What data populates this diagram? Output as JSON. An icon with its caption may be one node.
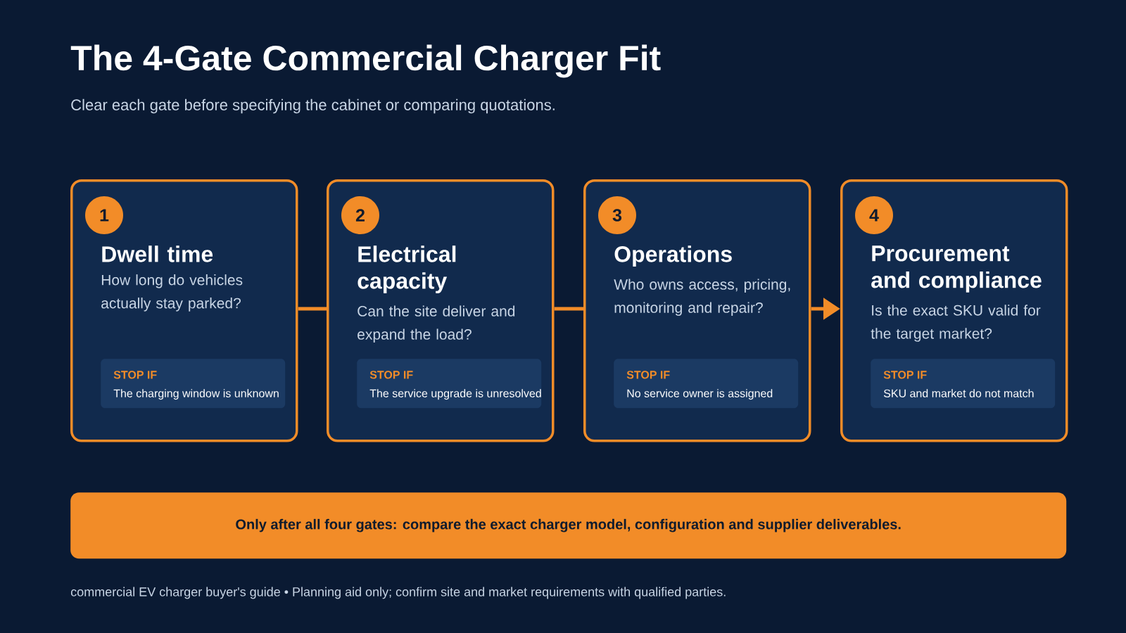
{
  "diagram": {
    "title": "The 4-Gate Commercial Charger Fit",
    "caption": "Clear each gate before specifying the cabinet or comparing quotations.",
    "nodes": [
      {
        "text": [
          "Dwell time",
          "How long do vehicles actually stay parked?"
        ]
      },
      {
        "text": [
          "1"
        ],
        "in": 0
      },
      {
        "text": [
          "STOP IF",
          "The charging window is unknown"
        ],
        "in": 0
      },
      {
        "text": [
          "Electrical capacity",
          "Can the site deliver and expand the load?"
        ]
      },
      {
        "text": [
          "2"
        ],
        "in": 3
      },
      {
        "text": [
          "STOP IF",
          "The service upgrade is unresolved"
        ],
        "in": 3
      },
      {
        "text": [
          "Operations",
          "Who owns access, pricing, monitoring and repair?"
        ]
      },
      {
        "text": [
          "3"
        ],
        "in": 6
      },
      {
        "text": [
          "STOP IF",
          "No service owner is assigned"
        ],
        "in": 6
      },
      {
        "text": [
          "Procurement and compliance",
          "Is the exact SKU valid for the target market?"
        ]
      },
      {
        "text": [
          "4"
        ],
        "in": 9
      },
      {
        "text": [
          "STOP IF",
          "SKU and market do not match"
        ],
        "in": 9
      },
      {
        "text": [
          "Only after all four gates: compare the exact charger model, configuration and supplier deliverables."
        ]
      }
    ],
    "edges": [
      {
        "from": 0,
        "to": 3,
        "arrow": "none"
      },
      {
        "from": 3,
        "to": 6,
        "arrow": "none"
      },
      {
        "from": 6,
        "to": 9,
        "arrow": "to"
      }
    ],
    "labels": [
      "commercial EV charger buyer's guide • Planning aid only; confirm site and market requirements with qualified parties."
    ]
  }
}
